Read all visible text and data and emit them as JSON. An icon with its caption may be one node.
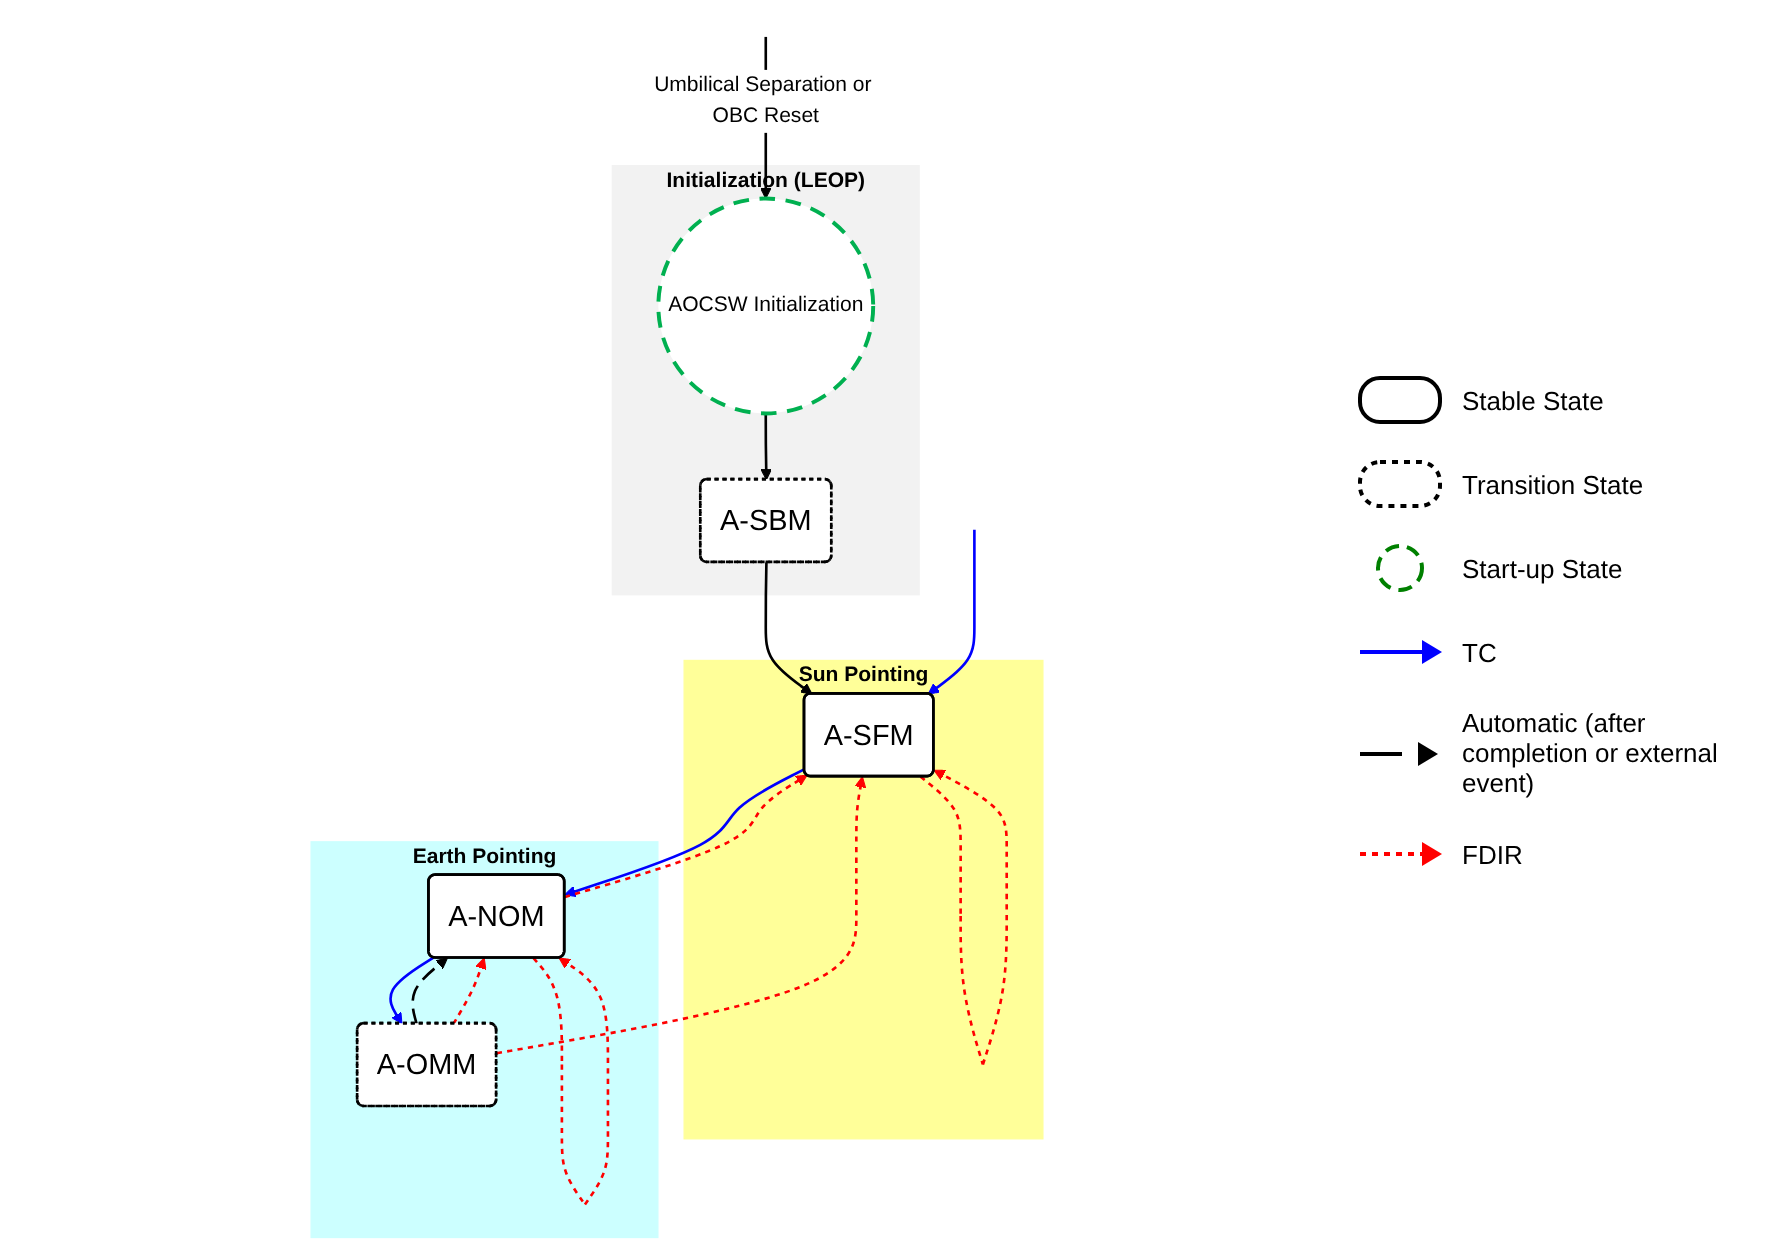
{
  "diagram": {
    "nodes": [
      {
        "text": [
          "Initialization (LEOP)"
        ]
      },
      {
        "text": [
          "AOCSW Initialization"
        ],
        "in": 0
      },
      {
        "text": [
          "A-SBM"
        ],
        "in": 0
      },
      {
        "text": [
          "Sun Pointing"
        ]
      },
      {
        "text": [
          "A-SFM"
        ],
        "in": 3
      },
      {
        "text": [
          "Earth Pointing"
        ]
      },
      {
        "text": [
          "A-NOM"
        ],
        "in": 5
      },
      {
        "text": [
          "A-OMM"
        ],
        "in": 5
      }
    ],
    "edges": [
      {
        "from": null,
        "to": 1,
        "arrow": "to",
        "label": "Umbilical Separation or OBC Reset",
        "color": "#000000"
      },
      {
        "from": 1,
        "to": 2,
        "arrow": "to",
        "color": "#000000"
      },
      {
        "from": 2,
        "to": 4,
        "arrow": "to",
        "color": "#000000"
      },
      {
        "from": null,
        "to": 4,
        "arrow": "to",
        "color": "#0000ff"
      },
      {
        "from": 4,
        "to": 4,
        "arrow": "to",
        "style": "dashed",
        "color": "#ff0000"
      },
      {
        "from": 4,
        "to": 6,
        "arrow": "to",
        "color": "#0000ff"
      },
      {
        "from": 6,
        "to": 4,
        "arrow": "to",
        "style": "dashed",
        "color": "#ff0000"
      },
      {
        "from": 7,
        "to": 4,
        "arrow": "to",
        "style": "dashed",
        "color": "#ff0000"
      },
      {
        "from": 6,
        "to": 7,
        "arrow": "to",
        "color": "#0000ff"
      },
      {
        "from": 7,
        "to": 6,
        "arrow": "to",
        "style": "dashed",
        "color": "#000000"
      },
      {
        "from": 7,
        "to": 6,
        "arrow": "to",
        "style": "dashed",
        "color": "#ff0000"
      },
      {
        "from": 6,
        "to": 6,
        "arrow": "to",
        "style": "dashed",
        "color": "#ff0000"
      }
    ],
    "legend": [
      {
        "text": "Stable State"
      },
      {
        "text": "Transition State"
      },
      {
        "text": "Start-up State"
      },
      {
        "text": "TC"
      },
      {
        "text": "Automatic (after completion or external event)"
      },
      {
        "text": "FDIR"
      }
    ]
  }
}
